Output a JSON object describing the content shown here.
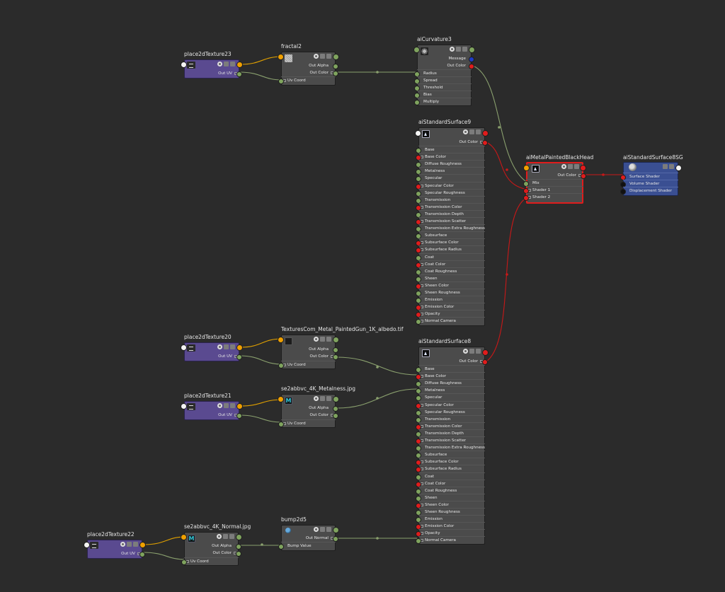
{
  "graph": {
    "nodes": {
      "place2dTexture23": {
        "title": "place2dTexture23",
        "outputs": [
          "Out UV"
        ]
      },
      "fractal2": {
        "title": "fractal2",
        "outputs": [
          "Out Alpha",
          "Out Color"
        ],
        "inputs": [
          "Uv Coord"
        ]
      },
      "aiCurvature3": {
        "title": "aiCurvature3",
        "outputs": [
          "Message",
          "Out Color"
        ],
        "inputs": [
          "Radius",
          "Spread",
          "Threshold",
          "Bias",
          "Multiply"
        ]
      },
      "aiStandardSurface9": {
        "title": "aiStandardSurface9",
        "outputs": [
          "Out Color"
        ],
        "inputs": [
          "Base",
          "Base Color",
          "Diffuse Roughness",
          "Metalness",
          "Specular",
          "Specular Color",
          "Specular Roughness",
          "Transmission",
          "Transmission Color",
          "Transmission Depth",
          "Transmission Scatter",
          "Transmission Extra Roughness",
          "Subsurface",
          "Subsurface Color",
          "Subsurface Radius",
          "Coat",
          "Coat Color",
          "Coat Roughness",
          "Sheen",
          "Sheen Color",
          "Sheen Roughness",
          "Emission",
          "Emission Color",
          "Opacity",
          "Normal Camera"
        ]
      },
      "aiMetalPaintedBlackHead": {
        "title": "aiMetalPaintedBlackHead",
        "outputs": [
          "Out Color"
        ],
        "inputs": [
          "Mix",
          "Shader 1",
          "Shader 2"
        ]
      },
      "aiStandardSurface8SG": {
        "title": "aiStandardSurface8SG",
        "inputs": [
          "Surface Shader",
          "Volume Shader",
          "Displacement Shader"
        ]
      },
      "place2dTexture20": {
        "title": "place2dTexture20",
        "outputs": [
          "Out UV"
        ]
      },
      "albedoFile": {
        "title": "TexturesCom_Metal_PaintedGun_1K_albedo.tif",
        "outputs": [
          "Out Alpha",
          "Out Color"
        ],
        "inputs": [
          "Uv Coord"
        ]
      },
      "place2dTexture21": {
        "title": "place2dTexture21",
        "outputs": [
          "Out UV"
        ]
      },
      "metalnessFile": {
        "title": "se2abbvc_4K_Metalness.jpg",
        "outputs": [
          "Out Alpha",
          "Out Color"
        ],
        "inputs": [
          "Uv Coord"
        ]
      },
      "aiStandardSurface8": {
        "title": "aiStandardSurface8",
        "outputs": [
          "Out Color"
        ],
        "inputs": [
          "Base",
          "Base Color",
          "Diffuse Roughness",
          "Metalness",
          "Specular",
          "Specular Color",
          "Specular Roughness",
          "Transmission",
          "Transmission Color",
          "Transmission Depth",
          "Transmission Scatter",
          "Transmission Extra Roughness",
          "Subsurface",
          "Subsurface Color",
          "Subsurface Radius",
          "Coat",
          "Coat Color",
          "Coat Roughness",
          "Sheen",
          "Sheen Color",
          "Sheen Roughness",
          "Emission",
          "Emission Color",
          "Opacity",
          "Normal Camera"
        ]
      },
      "place2dTexture22": {
        "title": "place2dTexture22",
        "outputs": [
          "Out UV"
        ]
      },
      "normalFile": {
        "title": "se2abbvc_4K_Normal.jpg",
        "outputs": [
          "Out Alpha",
          "Out Color"
        ],
        "inputs": [
          "Uv Coord"
        ]
      },
      "bump2d5": {
        "title": "bump2d5",
        "outputs": [
          "Out Normal"
        ],
        "inputs": [
          "Bump Value"
        ]
      }
    },
    "swatch_icon_m": "M",
    "colors": {
      "background": "#2b2b2b",
      "node": "#4b4b4b",
      "utility_node": "#5a4a90",
      "shading_group": "#3a4f92",
      "selected_border": "#e01c1c",
      "wire_green": "#8aa06e",
      "wire_orange": "#e0a000",
      "wire_red": "#c81818"
    }
  }
}
